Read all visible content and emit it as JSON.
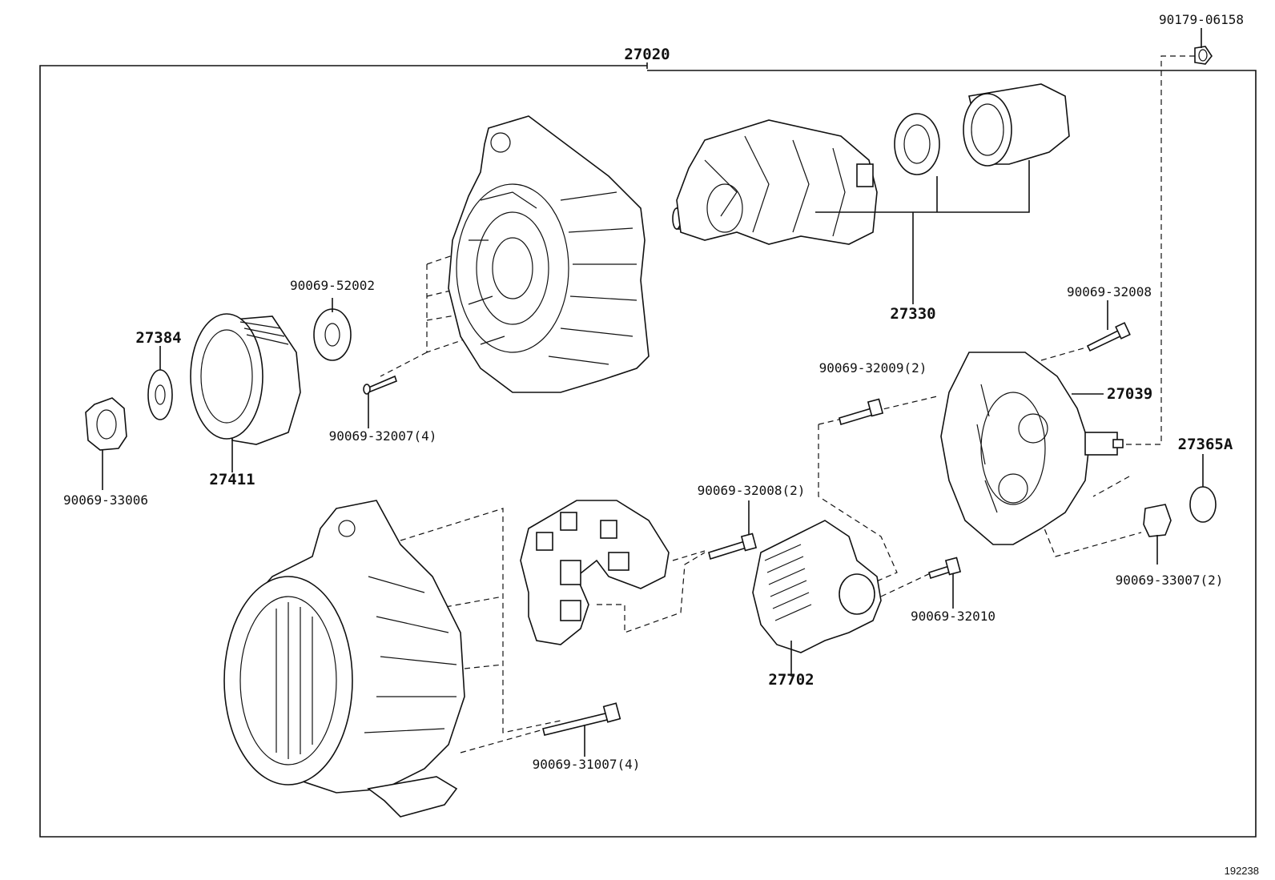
{
  "diagram_id": "192238",
  "assembly_label": "27020",
  "parts": {
    "p90179_06158": "90179-06158",
    "p27330": "27330",
    "p90069_52002": "90069-52002",
    "p27384": "27384",
    "p90069_32008_top": "90069-32008",
    "p90069_32009": "90069-32009(2)",
    "p27039": "27039",
    "p90069_32007": "90069-32007(4)",
    "p27411": "27411",
    "p27365A": "27365A",
    "p90069_33006": "90069-33006",
    "p90069_32008_2": "90069-32008(2)",
    "p90069_33007": "90069-33007(2)",
    "p90069_32010": "90069-32010",
    "p27702": "27702",
    "p90069_31007": "90069-31007(4)"
  }
}
